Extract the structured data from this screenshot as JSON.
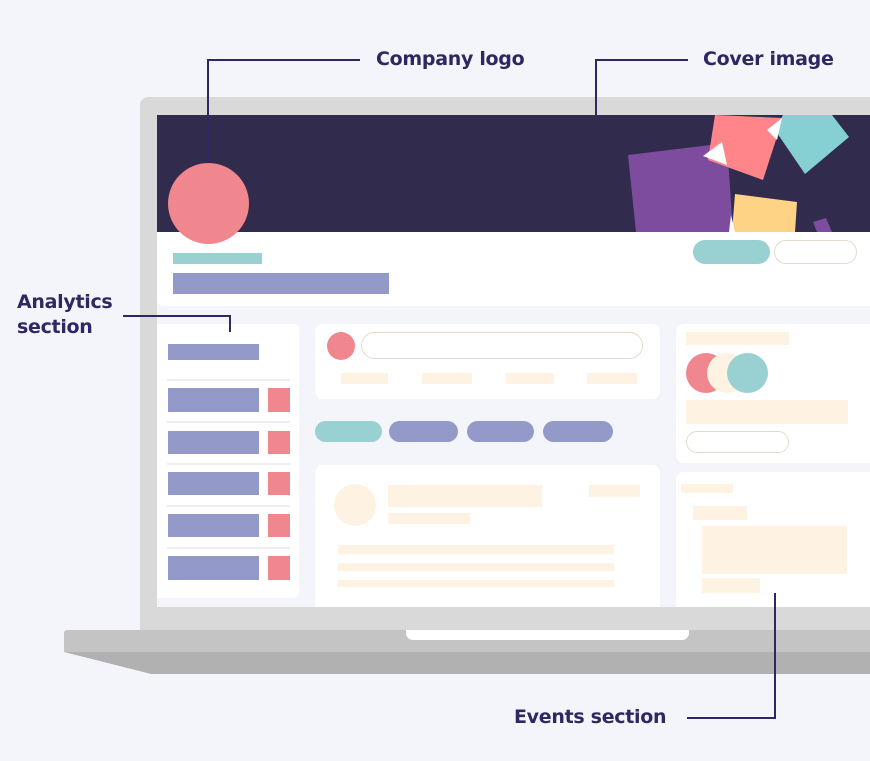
{
  "labels": {
    "company_logo": "Company logo",
    "cover_image": "Cover image",
    "analytics_section_line1": "Analytics",
    "analytics_section_line2": "section",
    "events_section": "Events section"
  },
  "colors": {
    "label_text": "#2e2862",
    "cover_bg": "#312b4d",
    "logo": "#f1878e",
    "teal": "#99d0d2",
    "purple_bar": "#9399c8",
    "cream": "#fef3e2",
    "bezel": "#d9d9d9"
  }
}
